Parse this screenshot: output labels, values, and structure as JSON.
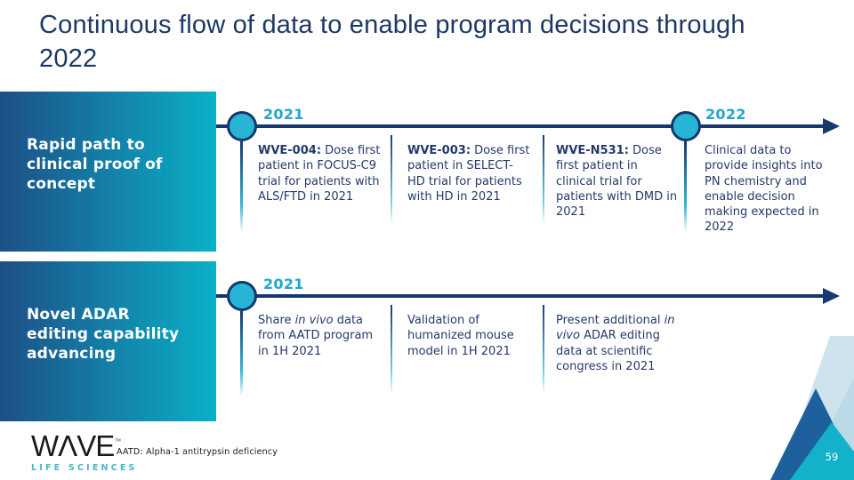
{
  "slide": {
    "title": "Continuous flow of data to enable program decisions through 2022",
    "footnote": "AATD: Alpha-1 antitrypsin deficiency",
    "page_number": "59",
    "logo": {
      "wordmark": "WΛVE",
      "trademark": "™",
      "tagline": "LIFE SCIENCES"
    }
  },
  "colors": {
    "navy_line": "#16386e",
    "title_navy": "#1d3865",
    "body_navy": "#24396b",
    "year_teal": "#22a7c9",
    "marker_fill": "#28b4d4",
    "box_gradient_start": "#1d4f86",
    "box_gradient_end": "#0ab0c8",
    "tagline_teal": "#49b6c6",
    "triangle_pale": "#cfe3ee",
    "triangle_pale_dark": "#bcd9e7",
    "triangle_blue": "#1e5f9e",
    "triangle_teal": "#12b2cb"
  },
  "rows": [
    {
      "label": "Rapid path to clinical proof of concept",
      "markers": [
        {
          "year": "2021"
        },
        {
          "year": "2022"
        }
      ],
      "items": [
        {
          "segments": [
            {
              "t": "WVE-004:",
              "b": true
            },
            {
              "t": " Dose first patient in FOCUS-C9 trial for patients with ALS/FTD in 2021"
            }
          ]
        },
        {
          "segments": [
            {
              "t": "WVE-003:",
              "b": true
            },
            {
              "t": " Dose first patient in SELECT-HD trial for patients with HD in 2021"
            }
          ]
        },
        {
          "segments": [
            {
              "t": "WVE-N531:",
              "b": true
            },
            {
              "t": " Dose first patient in clinical trial for patients with DMD in 2021"
            }
          ]
        },
        {
          "segments": [
            {
              "t": "Clinical data to provide insights into PN chemistry and enable decision making expected in 2022"
            }
          ]
        }
      ]
    },
    {
      "label": "Novel ADAR editing capability advancing",
      "markers": [
        {
          "year": "2021"
        }
      ],
      "items": [
        {
          "segments": [
            {
              "t": "Share "
            },
            {
              "t": "in vivo",
              "i": true
            },
            {
              "t": " data from AATD program in 1H 2021"
            }
          ]
        },
        {
          "segments": [
            {
              "t": "Validation of humanized mouse model in 1H 2021"
            }
          ]
        },
        {
          "segments": [
            {
              "t": "Present additional "
            },
            {
              "t": "in vivo",
              "i": true
            },
            {
              "t": " ADAR editing data at scientific congress in 2021"
            }
          ]
        }
      ]
    }
  ]
}
